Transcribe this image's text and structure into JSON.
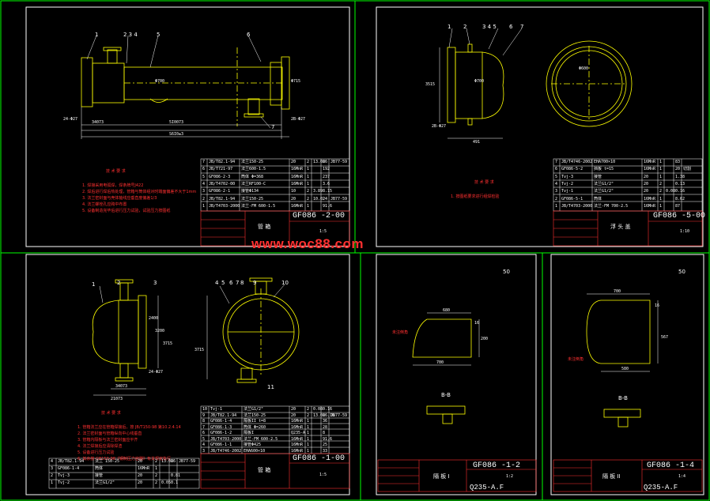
{
  "watermark": "www.woc88.com",
  "colors": {
    "background": "#000000",
    "lines": "#ffffff",
    "geometry": "#ffff00",
    "notes": "#ff3030",
    "title_block": "#ff3030",
    "border": "#00ff00"
  },
  "sheets": {
    "s1": {
      "number": "GF086 -2-00",
      "title": "管  箱",
      "scale": "1:5"
    },
    "s2": {
      "number": "GF086 -5-00",
      "title": "浮 头 盖",
      "scale": "1:10"
    },
    "s3": {
      "number": "GF086 -1-00",
      "title": "管  箱",
      "scale": "1:5"
    },
    "s4": {
      "number": "GF086 -1-2",
      "title": "隔 板 I",
      "material": "Q235-A.F",
      "scale": "1:2"
    },
    "s5": {
      "number": "GF086 -1-4",
      "title": "隔 板 II",
      "material": "Q235-A.F",
      "scale": "1:4"
    }
  },
  "s1": {
    "leaders": [
      "1",
      "2 3 4",
      "5",
      "6",
      "7"
    ],
    "dims": [
      "34073",
      "5I0073",
      "S6I0±3",
      "24-Φ27",
      "2B-Φ27",
      "Φ700",
      "Φ715"
    ],
    "bom": [
      [
        "7",
        "JB/T82.1-94",
        "法兰150-25",
        "20",
        "2",
        "13.08",
        "26",
        "JB77-59"
      ],
      [
        "6",
        "JB/T721-97",
        "法兰600-1.5",
        "16MnR",
        "1",
        "",
        "192",
        ""
      ],
      [
        "5",
        "GF086-2-3",
        "筒体 Φ=368",
        "16MnR",
        "1",
        "",
        "237",
        ""
      ],
      [
        "4",
        "JB/T4702-00",
        "法兰RF100-C",
        "16MnR",
        "1",
        "",
        "3.6",
        ""
      ],
      [
        "3",
        "GF086-2-1",
        "接管Φ134",
        "10",
        "2",
        "3.89",
        "8.15",
        ""
      ],
      [
        "2",
        "JB/T82.1-94",
        "法兰150-25",
        "20",
        "2",
        "10.02",
        "24",
        "JB77-59"
      ],
      [
        "1",
        "JB/T4703-2000",
        "法兰-FM 600-1.5",
        "16MnR",
        "1",
        "",
        "91.6",
        ""
      ]
    ],
    "notes": [
      "技 术 要 求",
      "1. 焊接采用电弧焊，焊条牌号J422",
      "2. 焊后进行焊后热处理，管箱与筒体组对时端面偏差不大于1mm",
      "3. 法兰密封面与壳体轴线应垂直度偏差1/3",
      "4. 法兰螺栓孔应跨中布置",
      "5. 设备制造完毕后进行压力试验，试验压力按图纸"
    ]
  },
  "s2": {
    "leaders": [
      "1",
      "2",
      "3 4 5",
      "6",
      "7"
    ],
    "dims": [
      "Φ600",
      "Φ700",
      "491",
      "2B-Φ27",
      "3515"
    ],
    "bom": [
      [
        "7",
        "JB/T4746-2002",
        "EHA700×10",
        "16MnR",
        "1",
        "",
        "83",
        ""
      ],
      [
        "6",
        "GF086-5-2",
        "挡板 t=15",
        "16MnR",
        "1",
        "",
        "20",
        "切割"
      ],
      [
        "5",
        "Tvj-3",
        "接管",
        "20",
        "1",
        "",
        "1.38",
        ""
      ],
      [
        "4",
        "Tvj-2",
        "法兰G1/2\"",
        "20",
        "2",
        "",
        "0.13",
        ""
      ],
      [
        "3",
        "Tvj-1",
        "法兰G1/2\"",
        "20",
        "2",
        "0.08",
        "0.16",
        ""
      ],
      [
        "2",
        "GF086-5-1",
        "筒体",
        "16MnR",
        "1",
        "",
        "8.62",
        ""
      ],
      [
        "1",
        "JB/T4703-2000",
        "法兰-FM 700-2.5",
        "16MnR",
        "1",
        "",
        "87",
        ""
      ]
    ],
    "notes": [
      "技 术 要 求",
      "1. 按图纸要求进行组焊检验"
    ]
  },
  "s3": {
    "leaders": [
      "1",
      "2",
      "3",
      "4",
      "5",
      "6",
      "7",
      "8",
      "9",
      "10",
      "11"
    ],
    "dims": [
      "2400",
      "3200",
      "3715",
      "34073",
      "21073",
      "24-Φ27",
      "3715"
    ],
    "bom": [
      [
        "10",
        "Tvj-1",
        "法兰G1/2\"",
        "20",
        "2",
        "0.08",
        "0.16",
        ""
      ],
      [
        "9",
        "JB/T82.1-94",
        "法兰150-25",
        "20",
        "2",
        "13.08",
        "26.16",
        "JB77-59"
      ],
      [
        "8",
        "GF086-1-4",
        "隔板II t=8",
        "16MnR",
        "1",
        "",
        "36",
        ""
      ],
      [
        "7",
        "GF086-1-3",
        "筒体 Φ=260",
        "16MnR",
        "1",
        "",
        "28",
        ""
      ],
      [
        "6",
        "GF086-1-2",
        "隔板I",
        "Q235-A",
        "1",
        "",
        "8",
        ""
      ],
      [
        "5",
        "JB/T4703-2000",
        "法兰-FM 600-2.5",
        "16MnR",
        "1",
        "",
        "91.6",
        ""
      ],
      [
        "4",
        "GF086-1-1",
        "接管Φ425",
        "16MnR",
        "1",
        "",
        "25",
        ""
      ],
      [
        "3",
        "JB/T4746-2002",
        "EHA600×10",
        "16MnR",
        "1",
        "",
        "33",
        ""
      ]
    ],
    "bom_lower": [
      [
        "4",
        "JB/T82.1-94",
        "法兰 150-25",
        "20",
        "2",
        "13.08",
        "26",
        "JB77-59"
      ],
      [
        "3",
        "GF086-1-4",
        "筒体",
        "16MnR",
        "1",
        "",
        "",
        ""
      ],
      [
        "2",
        "Tvj-3",
        "接管",
        "20",
        "2",
        "",
        "0.81",
        ""
      ],
      [
        "1",
        "Tvj-2",
        "法兰G1/2\"",
        "20",
        "2",
        "0.05",
        "0.1",
        ""
      ]
    ],
    "notes": [
      "技 术 要 求",
      "1. 管箱法兰应在管箱焊接后，按 JB/T150-98 第10.2.4.14",
      "2. 法兰密封面与管箱纵向中心线垂直",
      "3. 管箱内隔板与法兰密封面应平齐",
      "4. 法兰焊接后应清除焊渣",
      "5. 设备进行压力试验",
      "6. 其余按 GB150-98《钢制压力容器》有关规定执行"
    ]
  },
  "s4": {
    "dims": [
      "680",
      "700",
      "200",
      "B-B",
      "16",
      "50"
    ],
    "note": "未注倒角"
  },
  "s5": {
    "dims": [
      "700",
      "580",
      "567",
      "B-B",
      "16",
      "50"
    ],
    "note": "未注倒角"
  }
}
